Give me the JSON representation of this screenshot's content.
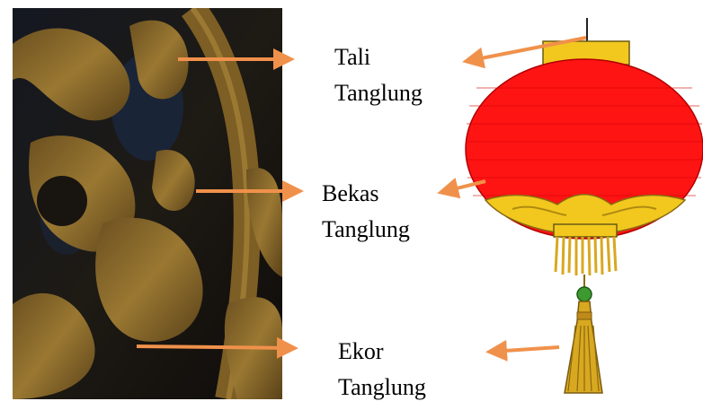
{
  "labels": {
    "tali": [
      "Tali",
      "Tanglung"
    ],
    "bekas": [
      "Bekas",
      "Tanglung"
    ],
    "ekor": [
      "Ekor",
      "Tanglung"
    ]
  },
  "colors": {
    "arrow": "#f0914b",
    "lantern_body": "#ff1414",
    "lantern_gold": "#f2c81e",
    "photo_gold": "#8a6a2a",
    "photo_dark": "#1b1712"
  }
}
